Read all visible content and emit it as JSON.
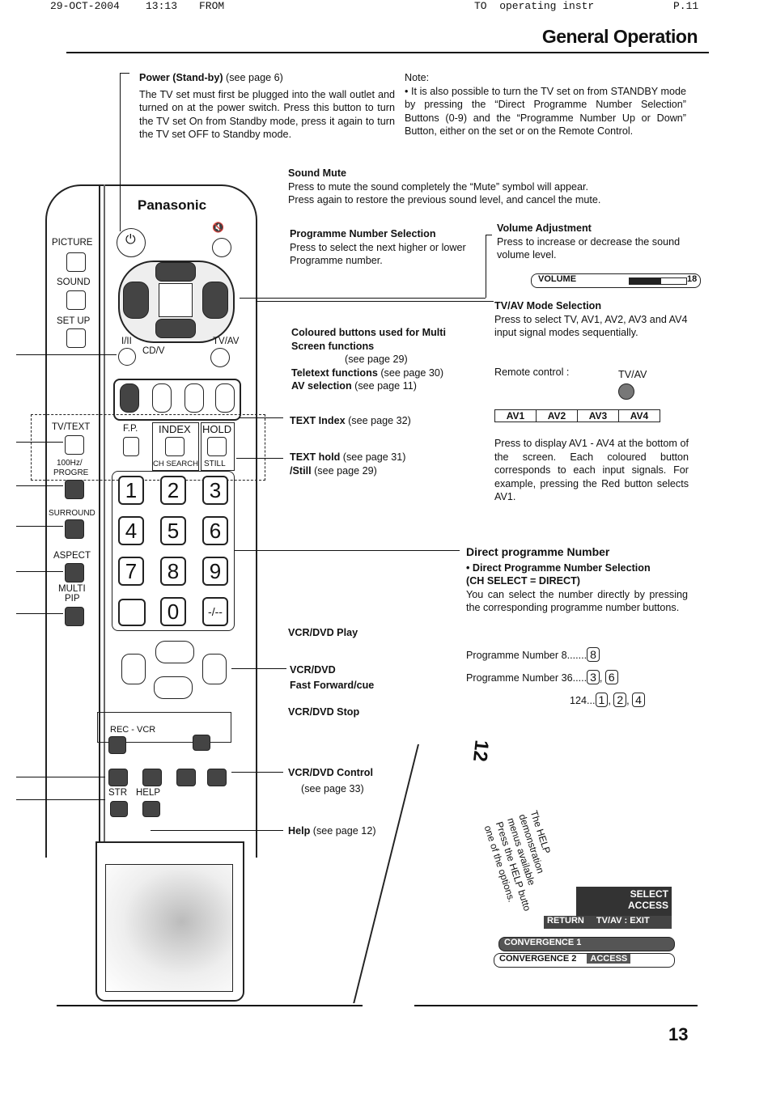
{
  "fax_header": {
    "date": "29-OCT-2004",
    "time": "13:13",
    "from": "FROM",
    "to": "TO  operating instr",
    "page": "P.11"
  },
  "page_title": "General Operation",
  "page_number": "13",
  "brand": "Panasonic",
  "remote_labels": {
    "picture": "PICTURE",
    "sound": "SOUND",
    "setup": "SET UP",
    "tvtext": "TV/TEXT",
    "hz": "100Hz/",
    "progre": "PROGRE",
    "surround": "SURROUND",
    "aspect": "ASPECT",
    "multi": "MULTI",
    "pip": "PIP",
    "fp": "F.P.",
    "index": "INDEX",
    "hold": "HOLD",
    "chsearch": "CH SEARCH",
    "still": "STILL",
    "iii": "I/II",
    "cdv": "CD/V",
    "tvav": "TV/AV",
    "rec_vcr": "REC - VCR",
    "str": "STR",
    "help": "HELP",
    "digits": [
      "1",
      "2",
      "3",
      "4",
      "5",
      "6",
      "7",
      "8",
      "9",
      "0",
      "-/--"
    ]
  },
  "annotations": {
    "power_title": "Power",
    "power_sub": " (Stand-by)",
    "power_ref": " (see page 6)",
    "power_body": "The TV set must first be plugged into the wall outlet and turned on at the power switch. Press this button to turn the TV set On from Standby mode, press it again to turn the TV set OFF to Standby mode.",
    "note_title": "Note:",
    "note_body": "• It is also possible to turn the TV set on from STANDBY mode by pressing the “Direct Programme Number Selection” Buttons (0-9) and the “Programme Number Up or Down” Button, either on the set or on the Remote Control.",
    "mute_title": "Sound Mute",
    "mute_line1": "Press to mute the sound completely the “Mute” symbol will appear.",
    "mute_line2": "Press again to restore the previous sound level, and cancel the mute.",
    "prog_title": "Programme Number Selection",
    "prog_body": "Press to select the next higher or lower Programme number.",
    "vol_title": "Volume Adjustment",
    "vol_body": "Press to increase or decrease the sound volume level.",
    "vol_bar_label": "VOLUME",
    "vol_bar_value": "18",
    "tvav_title": "TV/AV Mode Selection",
    "tvav_body": "Press to select TV, AV1, AV2, AV3 and AV4 input signal modes sequentially.",
    "remote_control": "Remote control :",
    "tvav_label": "TV/AV",
    "av_list": [
      "AV1",
      "AV2",
      "AV3",
      "AV4"
    ],
    "av_body": "Press to display AV1 - AV4 at the bottom of the screen. Each coloured button corresponds to each input signals. For example, pressing the Red button selects AV1.",
    "coloured_title": "Coloured buttons used for Multi Screen functions",
    "coloured_ref": "(see page 29)",
    "teletext_title": "Teletext functions",
    "teletext_ref": " (see page 30)",
    "avsel_title": "AV selection",
    "avsel_ref": " (see page 11)",
    "textindex_title": "TEXT Index",
    "textindex_ref": " (see page 32)",
    "texthold_title": "TEXT hold",
    "texthold_ref": " (see page 31)",
    "still_title": "/Still",
    "still_ref": " (see page 29)",
    "direct_title": "Direct programme Number",
    "direct_sub1": "• Direct Programme Number Selection",
    "direct_sub2": "(CH SELECT = DIRECT)",
    "direct_body": "You can select the number directly by pressing the corresponding programme number buttons.",
    "ex1_label": "Programme Number 8.......",
    "ex1_keys": [
      "8"
    ],
    "ex2_label": "Programme Number 36.....",
    "ex2_keys": [
      "3",
      "6"
    ],
    "ex3_label": "124...",
    "ex3_keys": [
      "1",
      "2",
      "4"
    ],
    "vcr_play": "VCR/DVD Play",
    "vcr_ff_1": "VCR/DVD",
    "vcr_ff_2": "Fast Forward/cue",
    "vcr_stop": "VCR/DVD Stop",
    "vcr_ctrl": "VCR/DVD Control",
    "vcr_ctrl_ref": "(see page 33)",
    "help_title": "Help",
    "help_ref": " (see page 12)"
  },
  "help_inset": {
    "page": "12",
    "rot_text": [
      "The HELP",
      "demonstration",
      "menus available",
      "Press the HELP butto",
      "one of the options."
    ],
    "select": "SELECT",
    "access": "ACCESS",
    "return": "RETURN",
    "tvav_exit": "TV/AV : EXIT",
    "conv1": "CONVERGENCE 1",
    "conv2": "CONVERGENCE 2",
    "access2": "ACCESS"
  }
}
